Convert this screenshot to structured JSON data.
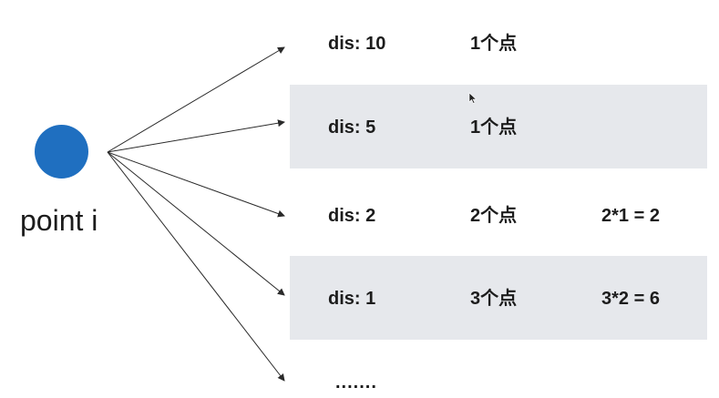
{
  "point": {
    "label": "point i",
    "color": "#1f6fc0"
  },
  "band_color": "#e6e8ec",
  "rows": [
    {
      "dis": "dis: 10",
      "count": "1个点",
      "calc": ""
    },
    {
      "dis": "dis: 5",
      "count": "1个点",
      "calc": ""
    },
    {
      "dis": "dis: 2",
      "count": "2个点",
      "calc": "2*1 = 2"
    },
    {
      "dis": "dis: 1",
      "count": "3个点",
      "calc": "3*2 = 6"
    }
  ],
  "ellipsis": ".......",
  "cursor": {
    "icon": "mouse-pointer-icon"
  }
}
